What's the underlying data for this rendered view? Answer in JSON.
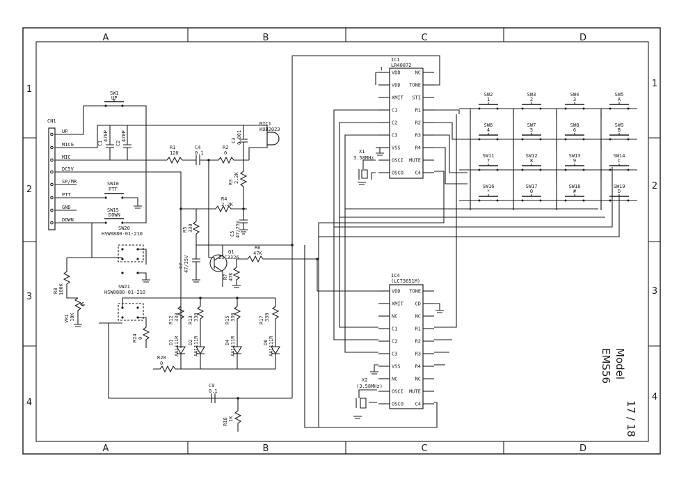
{
  "frame": {
    "cols": [
      "A",
      "B",
      "C",
      "D"
    ],
    "rows": [
      "1",
      "2",
      "3",
      "4"
    ]
  },
  "title_block": {
    "model": "Model",
    "name": "EMS56",
    "page": "17 / 18"
  },
  "connector": {
    "ref": "CN1",
    "pins": [
      "UP",
      "MICG",
      "MIC",
      "DC5V",
      "SP/MR",
      "PTT",
      "GND",
      "DOWN"
    ]
  },
  "switches": {
    "sw1": [
      "SW1",
      "UP"
    ],
    "sw10": [
      "SW10",
      "PTT"
    ],
    "sw15": [
      "SW15",
      "DOWN"
    ],
    "sw20": [
      "SW20",
      "HSW0880-01-210"
    ],
    "sw21": [
      "SW21",
      "HSW0880-01-210"
    ]
  },
  "keypad": [
    [
      "SW2",
      "1"
    ],
    [
      "SW3",
      "2"
    ],
    [
      "SW4",
      "3"
    ],
    [
      "SW5",
      "A"
    ],
    [
      "SW6",
      "4"
    ],
    [
      "SW7",
      "5"
    ],
    [
      "SW8",
      "6"
    ],
    [
      "SW9",
      "B"
    ],
    [
      "SW11",
      "7"
    ],
    [
      "SW12",
      "8"
    ],
    [
      "SW13",
      "9"
    ],
    [
      "SW14",
      "C"
    ],
    [
      "SW16",
      "*"
    ],
    [
      "SW17",
      "0"
    ],
    [
      "SW18",
      "#"
    ],
    [
      "SW19",
      "D"
    ]
  ],
  "ic1": {
    "ref": "IC1",
    "part": "LR40872",
    "pin1": "1",
    "left": [
      "VDD",
      "VDD",
      "XMIT",
      "C1",
      "C2",
      "C3",
      "VSS",
      "OSCI",
      "OSCO"
    ],
    "right": [
      "NC",
      "TONE",
      "STI",
      "R1",
      "R2",
      "R3",
      "R4",
      "MUTE",
      "C4"
    ]
  },
  "ic4": {
    "ref": "IC4",
    "part": "(LC73651M)",
    "left": [
      "VDD",
      "XMIT",
      "NC",
      "C1",
      "C2",
      "C3",
      "VSS",
      "NC",
      "OSCI",
      "OSCO"
    ],
    "right": [
      "TONE",
      "CD",
      "NC",
      "R1",
      "R2",
      "R3",
      "R4",
      "NC",
      "MUTE",
      "C4"
    ]
  },
  "crystals": {
    "x1": [
      "X1",
      "3.58MHz"
    ],
    "x2": [
      "X2",
      "(3.58MHz)"
    ]
  },
  "mic": [
    "MIC1",
    "KUB2023"
  ],
  "transistor": [
    "Q1",
    "2SC3326"
  ],
  "parts": {
    "c1": [
      "C1",
      "470P"
    ],
    "c2": [
      "C2",
      "470P"
    ],
    "c3": [
      "C3",
      "0.001"
    ],
    "c4": [
      "C4",
      "0.1"
    ],
    "c5": [
      "C5",
      "47/25V"
    ],
    "c7": [
      "C7",
      "47/35V"
    ],
    "c9": [
      "C9",
      "0.1"
    ],
    "r1": [
      "R1",
      "120"
    ],
    "r2": [
      "R2",
      "0"
    ],
    "r3": [
      "R3",
      "2.2K"
    ],
    "r4": [
      "R4",
      "2.2K"
    ],
    "r5": [
      "R5",
      "330"
    ],
    "r6": [
      "R6",
      "47K"
    ],
    "r7": [
      "R7",
      "47K"
    ],
    "r8": [
      "R8",
      "100K"
    ],
    "vr1": [
      "VR1",
      "10K"
    ],
    "r12": [
      "R12",
      "330"
    ],
    "r13": [
      "R13",
      "330"
    ],
    "r15": [
      "R15",
      "330"
    ],
    "r17": [
      "R17",
      "330"
    ],
    "r18": [
      "R18",
      "1K"
    ],
    "r20": [
      "R20",
      "0"
    ],
    "r24": [
      "R24",
      "0"
    ],
    "d1": [
      "D1",
      "AA1111R"
    ],
    "d2": [
      "D2",
      "AA1111R"
    ],
    "d4": [
      "D4",
      "AA1111R"
    ],
    "d6": [
      "D6",
      "AA1111R"
    ]
  }
}
